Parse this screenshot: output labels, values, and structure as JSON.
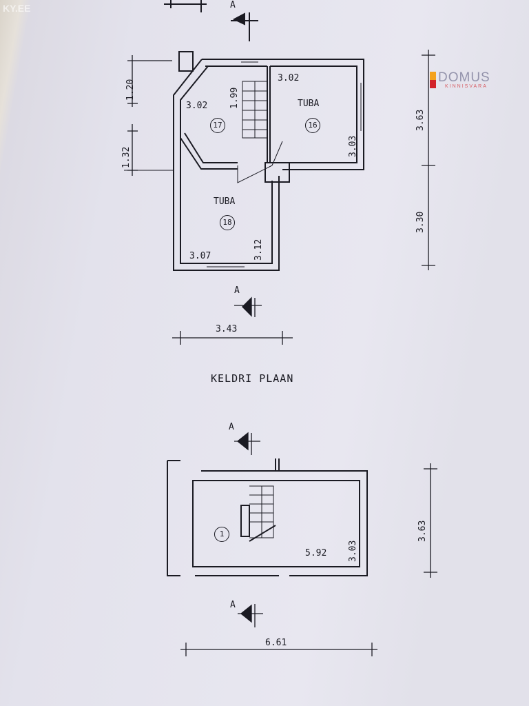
{
  "watermarks": {
    "kyee": "KY.EE",
    "domus_name": "DOMUS",
    "domus_sub": "KINNISVARA"
  },
  "upper_plan": {
    "dims_left": [
      "1.20",
      "1.32"
    ],
    "dims_right": [
      "3.63",
      "3.30"
    ],
    "dim_bottom": "3.43",
    "section_mark": "A",
    "rooms": [
      {
        "number": "17",
        "dims": [
          "3.02",
          "1.99"
        ]
      },
      {
        "number": "16",
        "name": "TUBA",
        "dims": [
          "3.02",
          "3.03"
        ]
      },
      {
        "number": "18",
        "name": "TUBA",
        "dims": [
          "3.07",
          "3.12"
        ]
      }
    ]
  },
  "lower_plan": {
    "title": "KELDRI PLAAN",
    "section_mark": "A",
    "room": {
      "number": "1",
      "dims": [
        "5.92",
        "3.03"
      ]
    },
    "dim_right": "3.63",
    "dim_bottom": "6.61"
  },
  "colors": {
    "ink": "#1a1a22",
    "domus_red": "#d2232a",
    "domus_orange": "#f4a21c"
  }
}
